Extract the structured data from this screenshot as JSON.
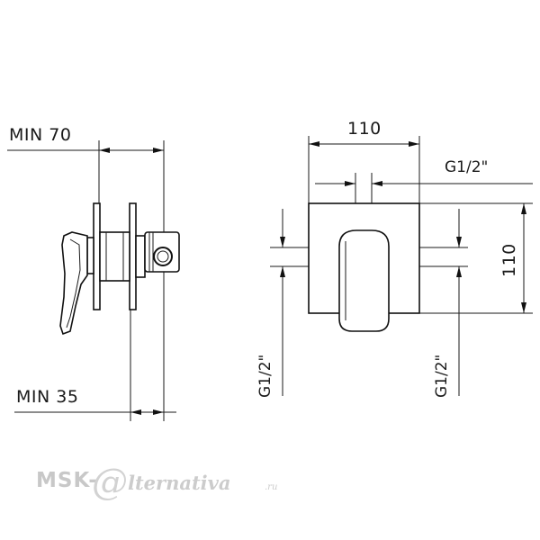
{
  "side_view": {
    "min_depth_label": "MIN 70",
    "min_front_label": "MIN 35"
  },
  "front_view": {
    "width_label": "110",
    "height_label": "110",
    "inlet_top_label": "G1/2\"",
    "outlet_left_label": "G1/2\"",
    "outlet_right_label": "G1/2\""
  },
  "watermark": {
    "brand": "MSK-",
    "at_glyph": "@",
    "rest": "lternativa",
    "tld": ".ru"
  }
}
